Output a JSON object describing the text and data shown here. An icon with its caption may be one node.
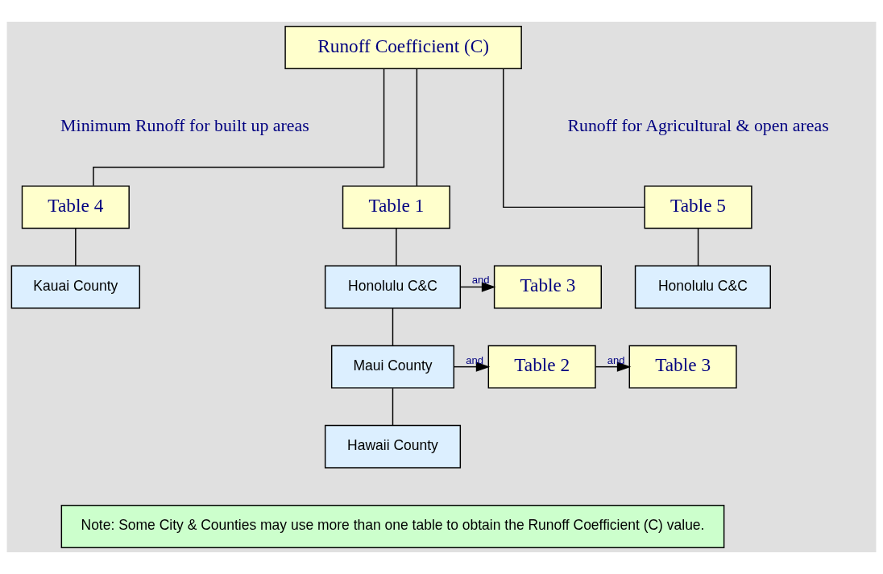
{
  "diagram": {
    "nodes": [
      {
        "text": [
          "Runoff Coefficient (C)"
        ]
      },
      {
        "text": [
          "Table 4"
        ]
      },
      {
        "text": [
          "Table 1"
        ]
      },
      {
        "text": [
          "Table 5"
        ]
      },
      {
        "text": [
          "Kauai County"
        ]
      },
      {
        "text": [
          "Honolulu C&C"
        ]
      },
      {
        "text": [
          "Table 3"
        ]
      },
      {
        "text": [
          "Maui County"
        ]
      },
      {
        "text": [
          "Table 2"
        ]
      },
      {
        "text": [
          "Table 3"
        ]
      },
      {
        "text": [
          "Hawaii County"
        ]
      },
      {
        "text": [
          "Honolulu C&C"
        ]
      },
      {
        "text": [
          "Note: Some City & Counties may use more than one table to obtain the Runoff Coefficient (C) value."
        ]
      }
    ],
    "edges": [
      {
        "from": 0,
        "to": 1,
        "arrow": "none"
      },
      {
        "from": 0,
        "to": 2,
        "arrow": "none"
      },
      {
        "from": 0,
        "to": 3,
        "arrow": "none"
      },
      {
        "from": 1,
        "to": 4,
        "arrow": "none"
      },
      {
        "from": 2,
        "to": 5,
        "arrow": "none"
      },
      {
        "from": 5,
        "to": 6,
        "arrow": "to",
        "label": "and"
      },
      {
        "from": 5,
        "to": 7,
        "arrow": "none"
      },
      {
        "from": 7,
        "to": 8,
        "arrow": "to",
        "label": "and"
      },
      {
        "from": 8,
        "to": 9,
        "arrow": "to",
        "label": "and"
      },
      {
        "from": 7,
        "to": 10,
        "arrow": "none"
      },
      {
        "from": 3,
        "to": 11,
        "arrow": "none"
      }
    ],
    "labels": [
      "Minimum Runoff for built up areas",
      "Runoff for Agricultural & open areas"
    ]
  }
}
